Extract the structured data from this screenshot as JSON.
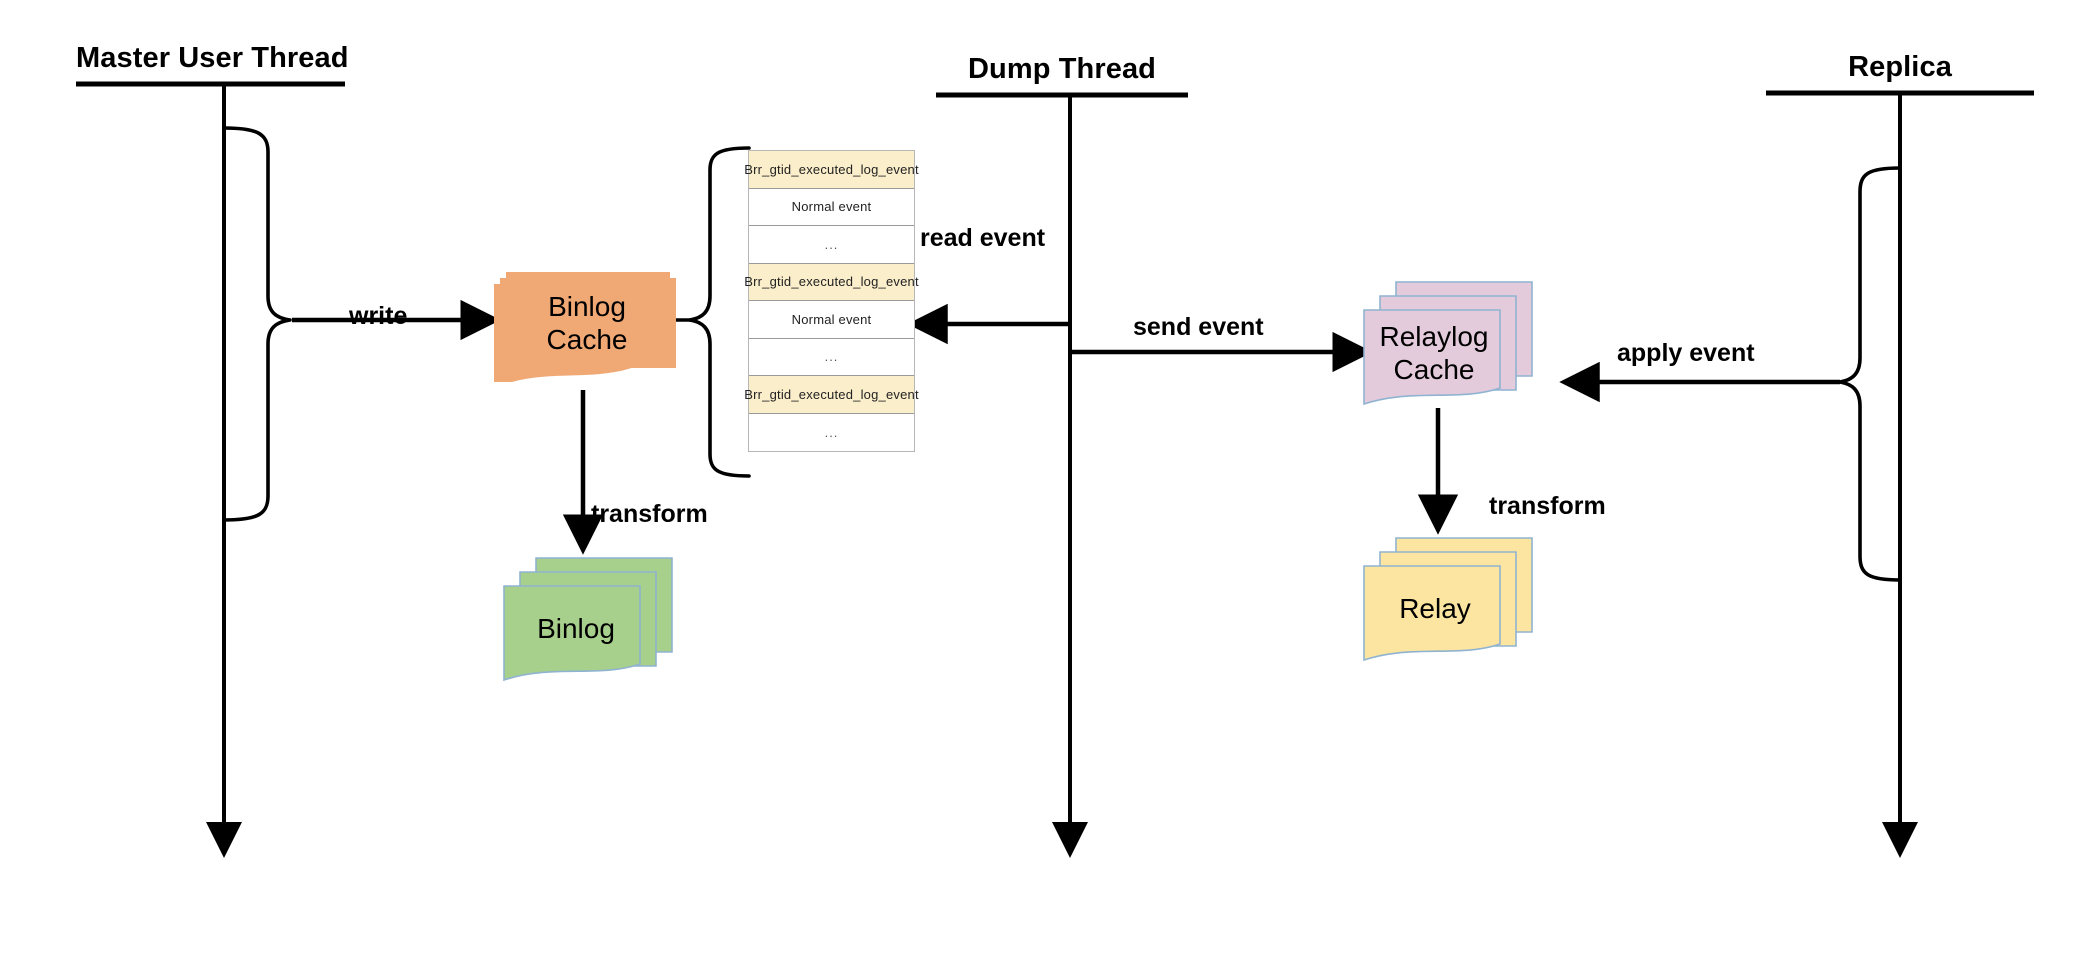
{
  "diagram": {
    "title": "MySQL binlog replication flow",
    "background": "#ffffff"
  },
  "lifelines": [
    {
      "id": "master-user-thread",
      "label": "Master User Thread"
    },
    {
      "id": "dump-thread",
      "label": "Dump Thread"
    },
    {
      "id": "replica",
      "label": "Replica"
    }
  ],
  "edges": [
    {
      "id": "write",
      "label": "write"
    },
    {
      "id": "read-event",
      "label": "read event"
    },
    {
      "id": "send-event",
      "label": "send event"
    },
    {
      "id": "apply-event",
      "label": "apply event"
    },
    {
      "id": "transform-binlog",
      "label": "transform"
    },
    {
      "id": "transform-relay",
      "label": "transform"
    }
  ],
  "shapes": [
    {
      "id": "binlog-cache",
      "label": "Binlog\nCache",
      "line1": "Binlog",
      "line2": "Cache",
      "fill": "#F0A875",
      "stroke": "#F0A875",
      "stacked": true
    },
    {
      "id": "binlog",
      "label": "Binlog",
      "line1": "Binlog",
      "line2": "",
      "fill": "#A7D08C",
      "stroke": "#8FB3D0",
      "stacked": true
    },
    {
      "id": "relaylog-cache",
      "label": "Relaylog\nCache",
      "line1": "Relaylog",
      "line2": "Cache",
      "fill": "#E4CBDC",
      "stroke": "#8FB3D0",
      "stacked": true
    },
    {
      "id": "relay",
      "label": "Relay",
      "line1": "Relay",
      "line2": "",
      "fill": "#FCE5A0",
      "stroke": "#8FB3D0",
      "stacked": true
    }
  ],
  "event_list": {
    "name": "binlog-event-list",
    "gtid_fill": "#FBEECB",
    "plain_fill": "#FFFFFF",
    "border": "#9A9A9A",
    "rows": [
      {
        "type": "gtid",
        "text": "Brr_gtid_executed_log_event"
      },
      {
        "type": "plain",
        "text": "Normal event"
      },
      {
        "type": "ellipsis",
        "text": "..."
      },
      {
        "type": "gtid",
        "text": "Brr_gtid_executed_log_event"
      },
      {
        "type": "plain",
        "text": "Normal event"
      },
      {
        "type": "ellipsis",
        "text": "..."
      },
      {
        "type": "gtid",
        "text": "Brr_gtid_executed_log_event"
      },
      {
        "type": "ellipsis",
        "text": "..."
      }
    ]
  },
  "colors": {
    "line": "#000000",
    "binlog_cache": "#F0A875",
    "binlog": "#A7D08C",
    "relaylog_cache": "#E4CBDC",
    "relay": "#FCE5A0",
    "gtid_row": "#FBEECB",
    "table_border": "#9A9A9A"
  }
}
